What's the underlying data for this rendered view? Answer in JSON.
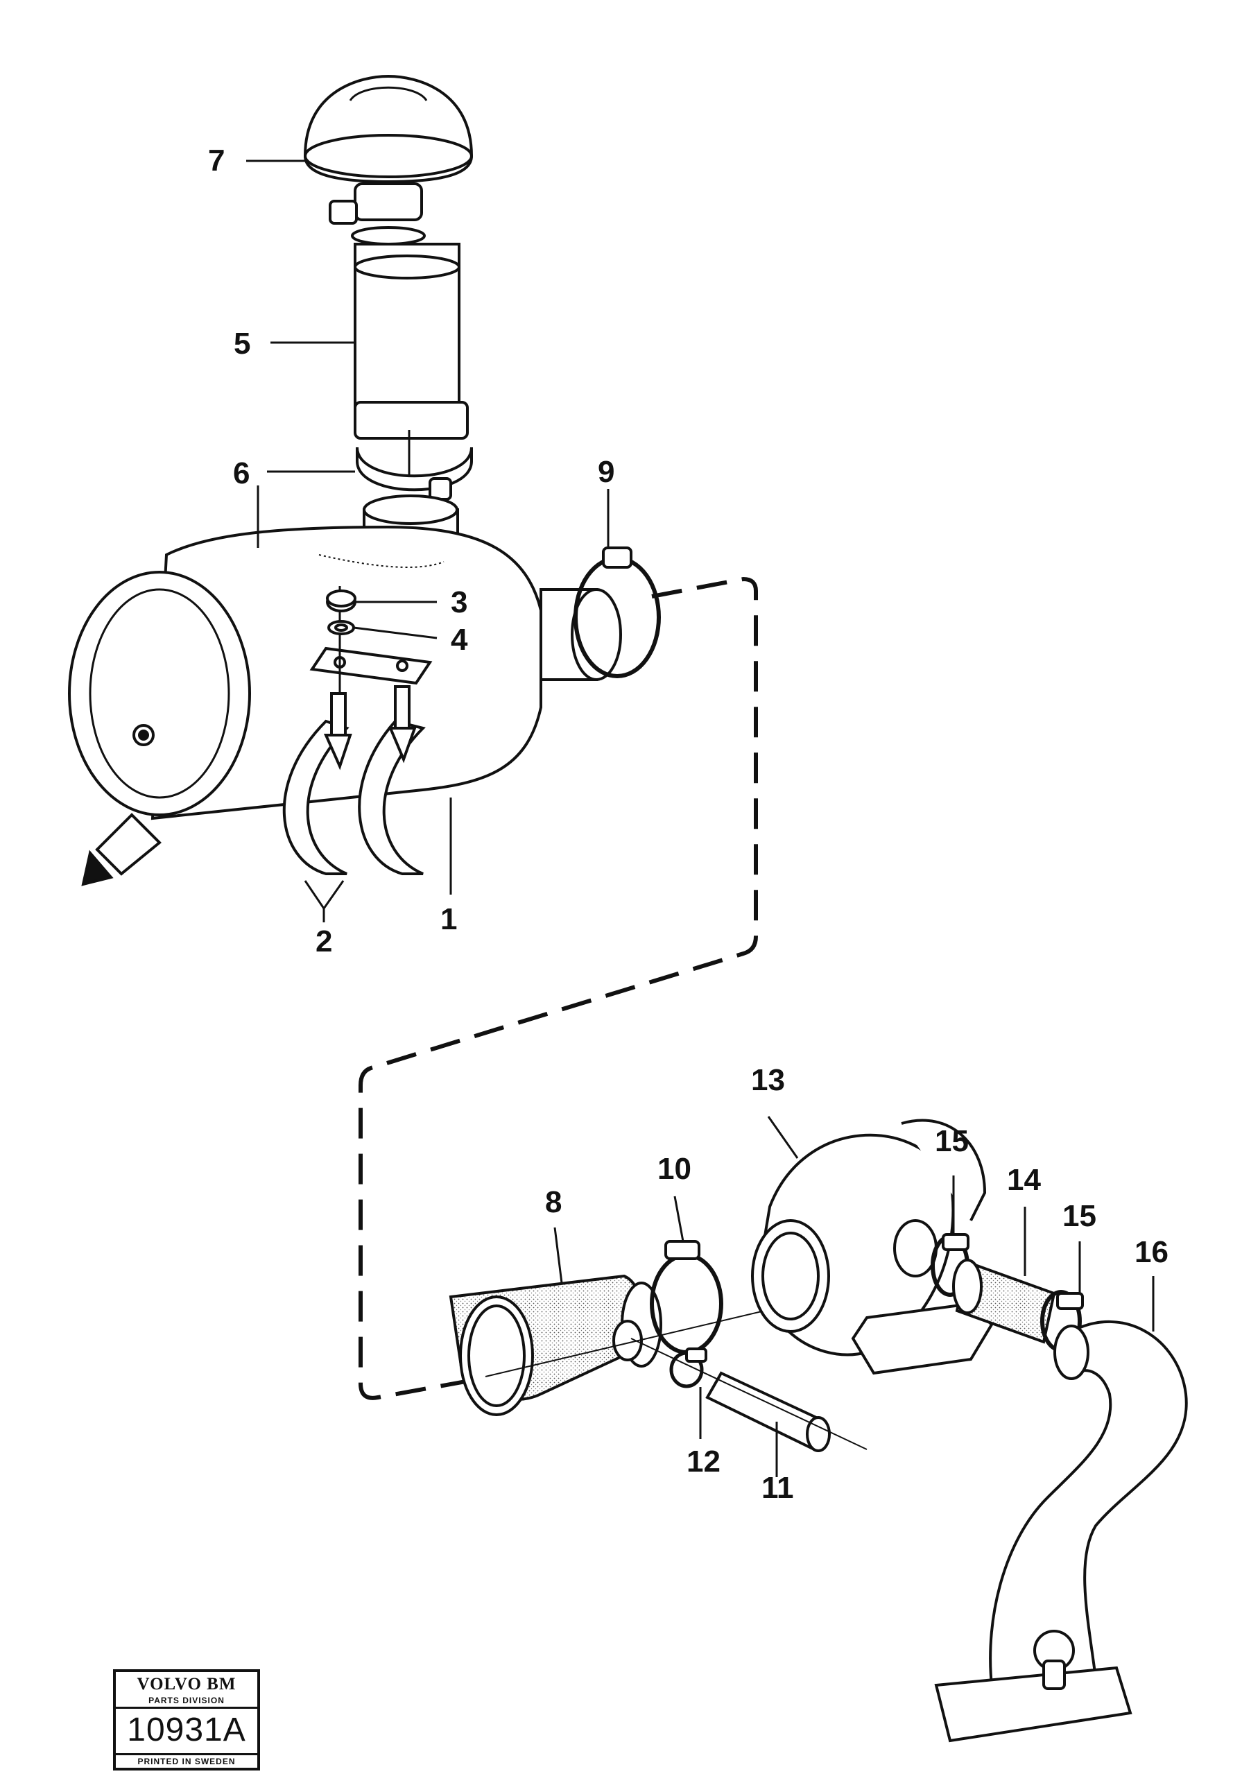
{
  "callouts": [
    {
      "id": "1",
      "part": "air cleaner housing"
    },
    {
      "id": "2",
      "part": "mounting straps"
    },
    {
      "id": "3",
      "part": "nut"
    },
    {
      "id": "4",
      "part": "washer"
    },
    {
      "id": "5",
      "part": "intake pipe"
    },
    {
      "id": "6",
      "part": "clamp"
    },
    {
      "id": "7",
      "part": "rain cap"
    },
    {
      "id": "8",
      "part": "reducer hose"
    },
    {
      "id": "9",
      "part": "hose clamp"
    },
    {
      "id": "10",
      "part": "hose clamp"
    },
    {
      "id": "11",
      "part": "hose"
    },
    {
      "id": "12",
      "part": "hose clamp"
    },
    {
      "id": "13",
      "part": "turbocharger"
    },
    {
      "id": "14",
      "part": "hose"
    },
    {
      "id": "15",
      "part": "hose clamp"
    },
    {
      "id": "16",
      "part": "intake pipe"
    }
  ],
  "labels": {
    "l1": "1",
    "l2": "2",
    "l3": "3",
    "l4": "4",
    "l5": "5",
    "l6": "6",
    "l7": "7",
    "l8": "8",
    "l9": "9",
    "l10": "10",
    "l11": "11",
    "l12": "12",
    "l13": "13",
    "l14": "14",
    "l15a": "15",
    "l15b": "15",
    "l16": "16"
  },
  "stamp": {
    "brand": "VOLVO BM",
    "division": "PARTS DIVISION",
    "code": "10931A",
    "printed": "PRINTED IN SWEDEN"
  },
  "colors": {
    "ink": "#111111",
    "paper": "#ffffff",
    "shade": "#cfcfcf"
  }
}
